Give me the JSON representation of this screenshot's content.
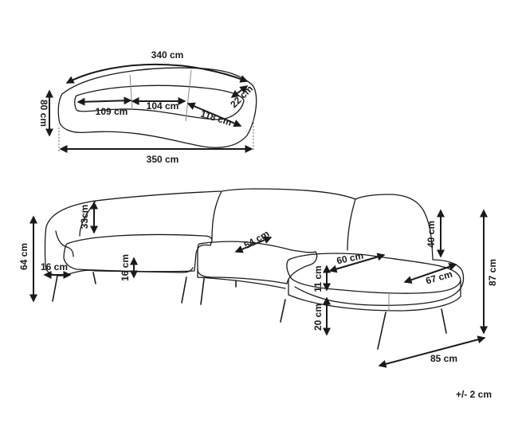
{
  "dimensions": {
    "top_view": {
      "overall_depth_label": "340 cm",
      "overall_width_label": "350 cm",
      "depth_label": "80 cm",
      "seat_depth_label": "22 cm",
      "section_labels": [
        "109 cm",
        "104 cm",
        "118 cm"
      ]
    },
    "front_view": {
      "back_height_label": "33cm",
      "total_height_left_label": "64 cm",
      "arm_width_label": "16 cm",
      "cushion_height_label": "16 cm",
      "middle_seat_depth_label": "54 cm",
      "right_seat_width_label": "60 cm",
      "right_back_label": "40 cm",
      "right_seat_depth_label": "67 cm",
      "seat_thickness_label": "11 cm",
      "leg_height_label": "20 cm",
      "total_height_right_label": "87 cm",
      "right_depth_label": "85 cm"
    },
    "tolerance_label": "+/- 2 cm"
  }
}
